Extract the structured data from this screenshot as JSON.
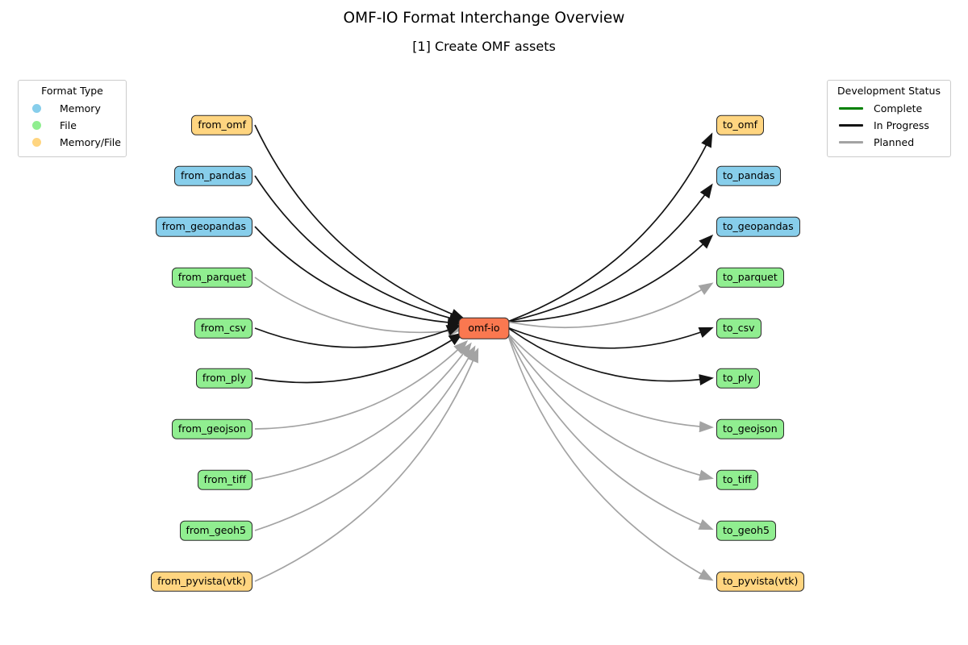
{
  "title": "OMF-IO Format Interchange Overview",
  "subtitle": "[1] Create OMF assets",
  "colors": {
    "memory": "#87CEEB",
    "file": "#90EE90",
    "memory_file": "#FFD580",
    "center": "#FA7850",
    "complete": "#008000",
    "in_progress": "#141414",
    "planned": "#a3a3a3"
  },
  "legend_format": {
    "title": "Format Type",
    "items": [
      {
        "label": "Memory",
        "type": "memory",
        "icon": "circle-swatch-icon"
      },
      {
        "label": "File",
        "type": "file",
        "icon": "circle-swatch-icon"
      },
      {
        "label": "Memory/File",
        "type": "memory_file",
        "icon": "circle-swatch-icon"
      }
    ]
  },
  "legend_status": {
    "title": "Development Status",
    "items": [
      {
        "label": "Complete",
        "status": "complete",
        "icon": "line-swatch-icon"
      },
      {
        "label": "In Progress",
        "status": "in_progress",
        "icon": "line-swatch-icon"
      },
      {
        "label": "Planned",
        "status": "planned",
        "icon": "line-swatch-icon"
      }
    ]
  },
  "center_node": {
    "label": "omf-io"
  },
  "left_nodes": [
    {
      "label": "from_omf",
      "type": "memory_file",
      "status": "in_progress"
    },
    {
      "label": "from_pandas",
      "type": "memory",
      "status": "in_progress"
    },
    {
      "label": "from_geopandas",
      "type": "memory",
      "status": "in_progress"
    },
    {
      "label": "from_parquet",
      "type": "file",
      "status": "planned"
    },
    {
      "label": "from_csv",
      "type": "file",
      "status": "in_progress"
    },
    {
      "label": "from_ply",
      "type": "file",
      "status": "in_progress"
    },
    {
      "label": "from_geojson",
      "type": "file",
      "status": "planned"
    },
    {
      "label": "from_tiff",
      "type": "file",
      "status": "planned"
    },
    {
      "label": "from_geoh5",
      "type": "file",
      "status": "planned"
    },
    {
      "label": "from_pyvista(vtk)",
      "type": "memory_file",
      "status": "planned"
    }
  ],
  "right_nodes": [
    {
      "label": "to_omf",
      "type": "memory_file",
      "status": "in_progress"
    },
    {
      "label": "to_pandas",
      "type": "memory",
      "status": "in_progress"
    },
    {
      "label": "to_geopandas",
      "type": "memory",
      "status": "in_progress"
    },
    {
      "label": "to_parquet",
      "type": "file",
      "status": "planned"
    },
    {
      "label": "to_csv",
      "type": "file",
      "status": "in_progress"
    },
    {
      "label": "to_ply",
      "type": "file",
      "status": "in_progress"
    },
    {
      "label": "to_geojson",
      "type": "file",
      "status": "planned"
    },
    {
      "label": "to_tiff",
      "type": "file",
      "status": "planned"
    },
    {
      "label": "to_geoh5",
      "type": "file",
      "status": "planned"
    },
    {
      "label": "to_pyvista(vtk)",
      "type": "memory_file",
      "status": "planned"
    }
  ]
}
